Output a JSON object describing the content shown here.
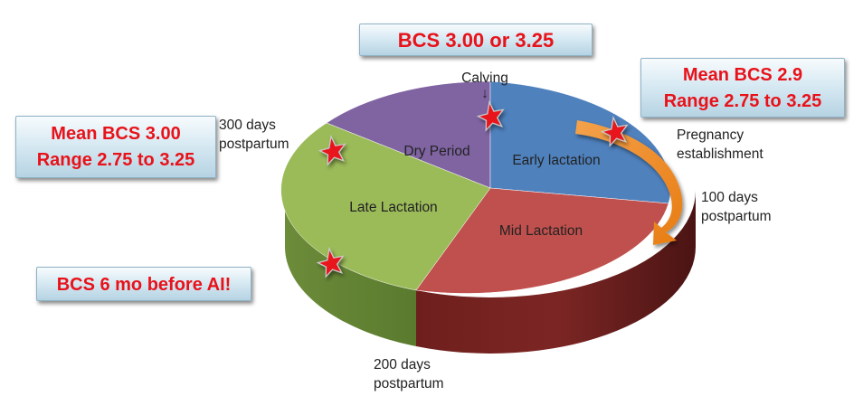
{
  "callouts": {
    "top": "BCS 3.00 or 3.25",
    "right": [
      "Mean BCS 2.9",
      "Range 2.75 to 3.25"
    ],
    "left": [
      "Mean BCS 3.00",
      "Range 2.75 to 3.25"
    ],
    "bottom_left": "BCS 6 mo before AI!"
  },
  "labels": {
    "calving": "Calving",
    "calving_arrow": "↓",
    "days300": [
      "300 days",
      "postpartum"
    ],
    "pregnancy": [
      "Pregnancy",
      "establishment"
    ],
    "days100": [
      "100 days",
      "postpartum"
    ],
    "days200": [
      "200 days",
      "postpartum"
    ]
  },
  "segments": [
    {
      "name": "Dry Period",
      "color": "#8064a2"
    },
    {
      "name": "Early lactation",
      "color": "#4f81bd"
    },
    {
      "name": "Mid Lactation",
      "color": "#c0504d"
    },
    {
      "name": "Late Lactation",
      "color": "#9bbb59"
    }
  ],
  "colors": {
    "star": "#e8121a",
    "arrow": "#f79646",
    "callout_text": "#e8121a"
  }
}
